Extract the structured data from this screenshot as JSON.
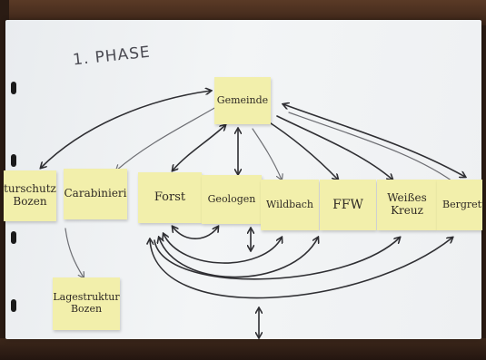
{
  "photo": {
    "title": "1. PHASE",
    "paper_color": "#eef0f2",
    "note_color": "#f2efab",
    "ink_color": "#2f2f33",
    "notes": {
      "gemeinde": "Gemeinde",
      "naturschutz": "turschutz\nBozen",
      "carabinieri": "Carabinieri",
      "forst": "Forst",
      "geologen": "Geologen",
      "wildbach": "Wildbach",
      "ffw": "FFW",
      "weisses_kreuz": "Weißes\nKreuz",
      "bergrettung": "Bergrettu",
      "lagestruktur": "Lagestruktur\nBozen"
    }
  }
}
